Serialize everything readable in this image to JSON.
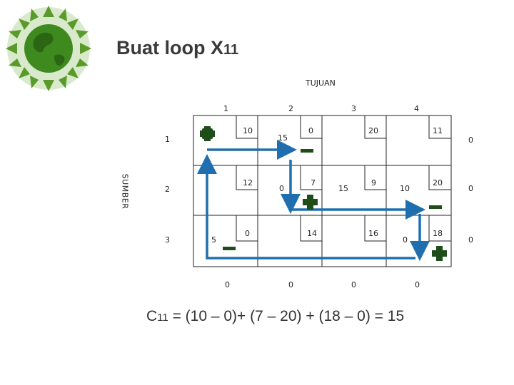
{
  "title": {
    "main": "Buat loop X",
    "sub": "11"
  },
  "header_label": "TUJUAN",
  "side_label": "SUMBER",
  "column_headers": [
    "1",
    "2",
    "3",
    "4"
  ],
  "row_headers": [
    "1",
    "2",
    "3"
  ],
  "costs": [
    [
      "10",
      "0",
      "20",
      "11"
    ],
    [
      "12",
      "7",
      "9",
      "20"
    ],
    [
      "0",
      "14",
      "16",
      "18"
    ]
  ],
  "allocations": [
    [
      "",
      "15",
      "",
      ""
    ],
    [
      "",
      "0",
      "15",
      "10"
    ],
    [
      "5",
      "",
      "",
      "0"
    ]
  ],
  "u_values": [
    "0",
    "0",
    "0"
  ],
  "v_values": [
    "0",
    "0",
    "0",
    "0"
  ],
  "formula": {
    "prefix": "C",
    "sub": "11",
    "rest": " = (10 – 0)+ (7 – 20) + (18 – 0) = 15"
  },
  "colors": {
    "arrow": "#1f6fb0",
    "sign": "#1e4d1a",
    "grid": "#222222"
  },
  "icons": [
    "globe-tree-logo",
    "plus-sign-icon",
    "minus-sign-icon",
    "arrow-icon"
  ]
}
